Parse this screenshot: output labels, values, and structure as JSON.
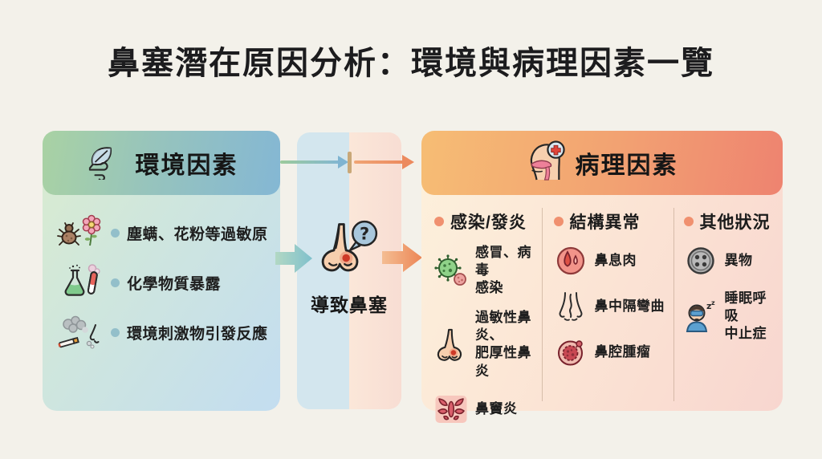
{
  "page": {
    "title": "鼻塞潛在原因分析：環境與病理因素一覽"
  },
  "environment_panel": {
    "title": "環境因素",
    "icon": "leaf-wind-icon",
    "items": [
      {
        "label": "塵螨、花粉等過敏原",
        "icon": "mite-flower-icon"
      },
      {
        "label": "化學物質暴露",
        "icon": "chemical-flask-icon"
      },
      {
        "label": "環境刺激物引發反應",
        "icon": "smoke-irritant-icon"
      }
    ]
  },
  "center": {
    "label": "導致鼻塞",
    "icon": "nose-question-icon"
  },
  "pathology_panel": {
    "title": "病理因素",
    "icon": "head-medical-icon",
    "columns": [
      {
        "heading": "感染/發炎",
        "items": [
          {
            "label": "感冒、病毒\n感染",
            "icon": "virus-icon"
          },
          {
            "label": "過敏性鼻炎、\n肥厚性鼻炎",
            "icon": "inflamed-nose-icon"
          },
          {
            "label": "鼻竇炎",
            "icon": "sinusitis-icon"
          }
        ]
      },
      {
        "heading": "結構異常",
        "items": [
          {
            "label": "鼻息肉",
            "icon": "nasal-polyp-icon"
          },
          {
            "label": "鼻中隔彎曲",
            "icon": "deviated-septum-icon"
          },
          {
            "label": "鼻腔腫瘤",
            "icon": "nasal-tumor-icon"
          }
        ]
      },
      {
        "heading": "其他狀況",
        "items": [
          {
            "label": "異物",
            "icon": "foreign-object-button-icon"
          },
          {
            "label": "睡眠呼吸\n中止症",
            "icon": "sleep-apnea-icon"
          }
        ]
      }
    ]
  },
  "colors": {
    "background": "#f3f1ea",
    "env_header_from": "#a9d2a3",
    "env_header_to": "#84b7d4",
    "env_body_from": "#daeccf",
    "env_body_to": "#c3ddf0",
    "env_bullet": "#93bfca",
    "center_left_half": "#d3e6ee",
    "center_right_half": "#fbe7d9",
    "arrow_teal": "#7fc0cc",
    "arrow_orange": "#ec8656",
    "arrow_tick_tan": "#c9a878",
    "path_header_from": "#f6bd74",
    "path_header_to": "#ee8370",
    "path_body_from": "#fdf1dc",
    "path_body_to": "#f8d6cf",
    "path_bullet": "#f0906f",
    "text": "#1d1d1d"
  }
}
